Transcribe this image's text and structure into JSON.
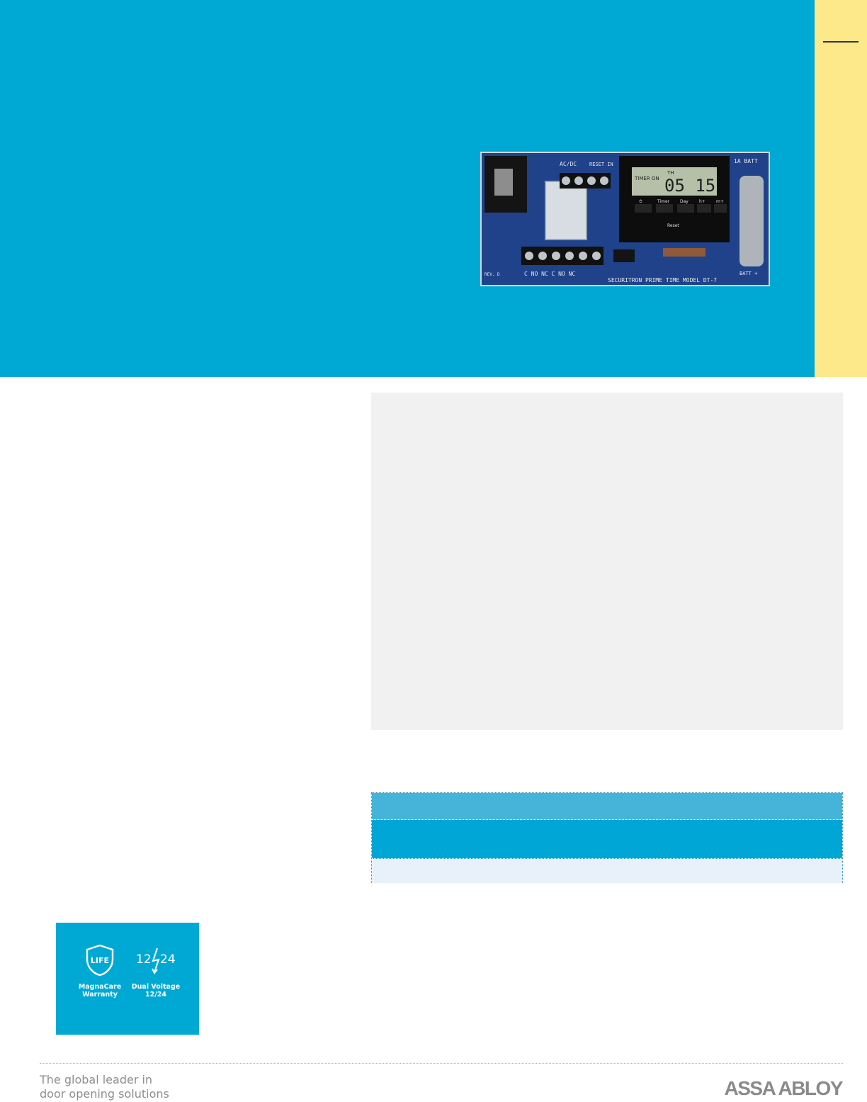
{
  "product_photo": {
    "board_text": {
      "ac_dc": "AC/DC",
      "reset_in": "RESET IN",
      "batt": "1A BATT",
      "lcd_label": "TIMER ON",
      "lcd_digits": "05 15",
      "lcd_day": "TH",
      "btn_1": "⏱",
      "btn_2": "Timer",
      "btn_3": "Day",
      "btn_4": "h+",
      "btn_5": "m+",
      "reset": "Reset",
      "terminals": "C NO NC C NO NC",
      "rev": "REV. D",
      "batt_plus": "BATT +",
      "model": "SECURITRON PRIME TIME MODEL DT-7"
    }
  },
  "badges": [
    {
      "icon": "shield-icon",
      "icon_text": "LIFE",
      "label_line1": "MagnaCare",
      "label_line2": "Warranty"
    },
    {
      "icon": "voltage-icon",
      "icon_text_left": "12",
      "icon_text_right": "24",
      "label_line1": "Dual Voltage",
      "label_line2": "12/24"
    }
  ],
  "footer": {
    "tagline_line1": "The global leader in",
    "tagline_line2": "door opening solutions",
    "logo": "ASSA ABLOY"
  },
  "colors": {
    "brand_blue": "#00a9d4",
    "side_yellow": "#fde98a",
    "panel_gray": "#f1f1f1"
  }
}
